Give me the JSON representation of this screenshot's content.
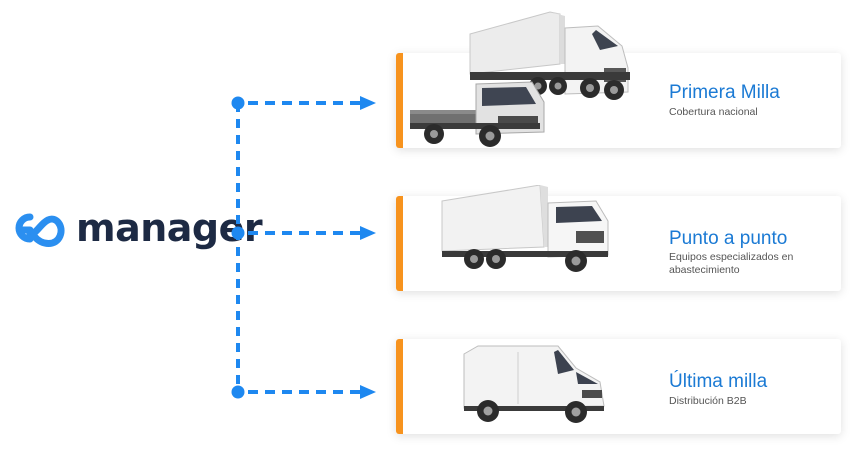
{
  "brand": {
    "name": "manager",
    "icon": "go-infinity-logo-icon",
    "text_color": "#1d2a44",
    "icon_color": "#2b8ff0"
  },
  "colors": {
    "connector": "#1e88f0",
    "accent_bar": "#f7931e",
    "title": "#1b7ad4"
  },
  "services": [
    {
      "title": "Primera Milla",
      "description": "Cobertura nacional",
      "image": "trucks-icon"
    },
    {
      "title": "Punto a punto",
      "description": "Equipos especializados en abastecimiento",
      "image": "box-truck-icon"
    },
    {
      "title": "Última milla",
      "description": "Distribución B2B",
      "image": "van-icon"
    }
  ]
}
